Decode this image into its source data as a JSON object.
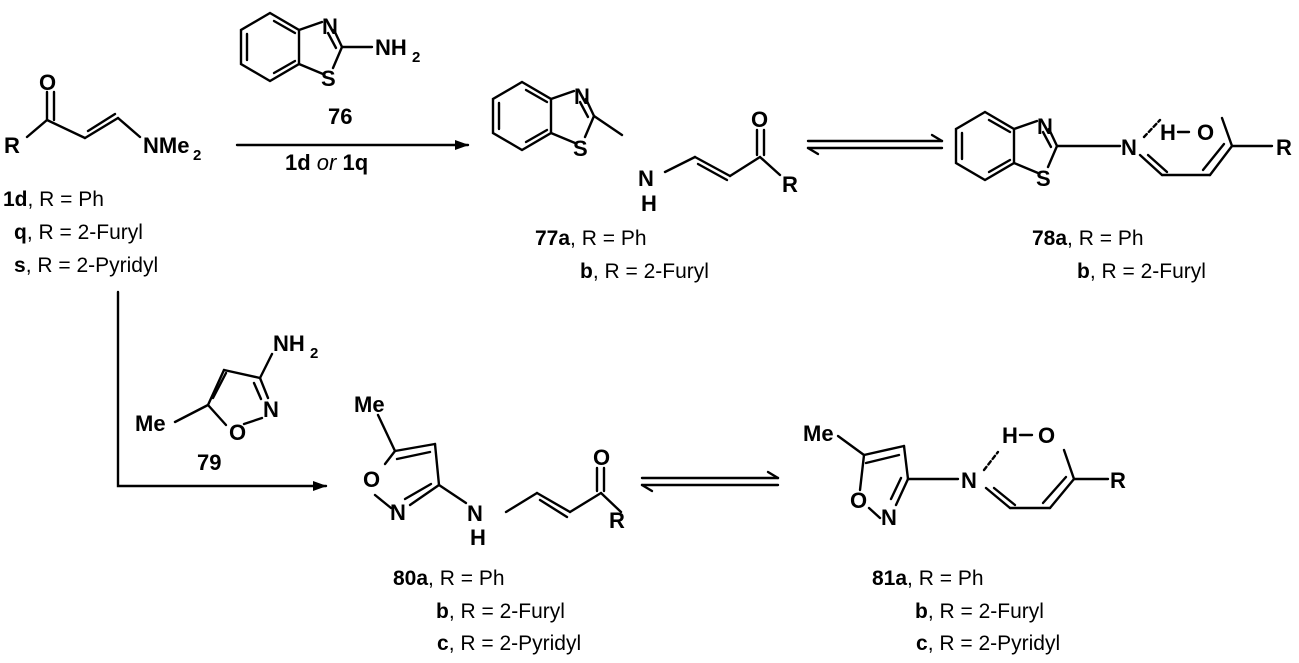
{
  "atoms": {
    "O": "O",
    "N": "N",
    "S": "S",
    "H": "H",
    "R": "R",
    "NH": "NH",
    "NMe": "NMe",
    "Me": "Me",
    "HO": "H–O",
    "sub2": "2"
  },
  "reaction_top": {
    "reagent_number": "76",
    "condition_bold1": "1d",
    "condition_italic": " or ",
    "condition_bold2": "1q"
  },
  "reaction_bottom": {
    "reagent_number": "79"
  },
  "start_material": {
    "lines": [
      {
        "id": "1d",
        "text": ", R = Ph"
      },
      {
        "id": "q",
        "text": ", R = 2-Furyl"
      },
      {
        "id": "s",
        "text": ", R = 2-Pyridyl"
      }
    ]
  },
  "p77": {
    "lines": [
      {
        "id": "77a",
        "text": ", R = Ph"
      },
      {
        "id": "b",
        "text": ", R = 2-Furyl"
      }
    ]
  },
  "p78": {
    "lines": [
      {
        "id": "78a",
        "text": ", R = Ph"
      },
      {
        "id": "b",
        "text": ", R = 2-Furyl"
      }
    ]
  },
  "p80": {
    "lines": [
      {
        "id": "80a",
        "text": ", R = Ph"
      },
      {
        "id": "b",
        "text": ", R = 2-Furyl"
      },
      {
        "id": "c",
        "text": ", R = 2-Pyridyl"
      }
    ]
  },
  "p81": {
    "lines": [
      {
        "id": "81a",
        "text": ", R = Ph"
      },
      {
        "id": "b",
        "text": ", R = 2-Furyl"
      },
      {
        "id": "c",
        "text": ", R = 2-Pyridyl"
      }
    ]
  }
}
